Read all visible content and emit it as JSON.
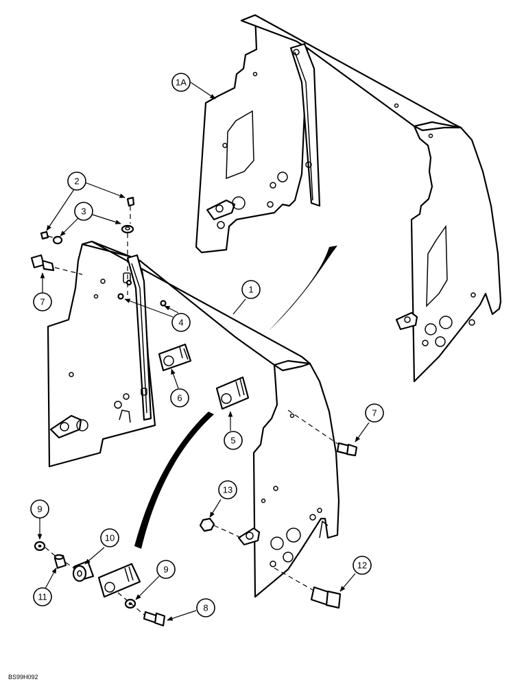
{
  "diagram": {
    "drawing_code": "BS99H092",
    "callouts": {
      "c1": "1",
      "c1a": "1A",
      "c2": "2",
      "c3": "3",
      "c4": "4",
      "c5": "5",
      "c6": "6",
      "c7a": "7",
      "c7b": "7",
      "c8": "8",
      "c9a": "9",
      "c9b": "9",
      "c10": "10",
      "c11": "11",
      "c12": "12",
      "c13": "13"
    }
  }
}
